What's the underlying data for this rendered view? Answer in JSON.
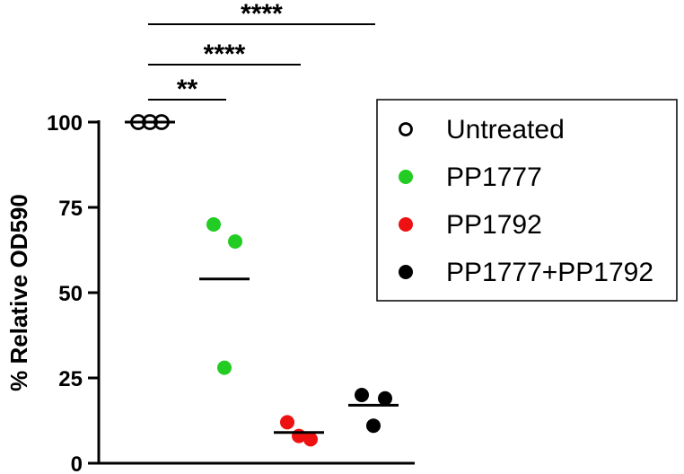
{
  "chart_data": {
    "type": "scatter",
    "xlabel": "",
    "ylabel": "% Relative OD590",
    "ylim": [
      0,
      100
    ],
    "yticks": [
      "0",
      "25",
      "50",
      "75",
      "100"
    ],
    "grid": false,
    "legend_position": "top-right",
    "series": [
      {
        "name": "Untreated",
        "color": "#000000",
        "marker": "open-circle",
        "values": [
          100,
          100,
          100
        ],
        "mean": 100
      },
      {
        "name": "PP1777",
        "color": "#22cc22",
        "marker": "filled-circle",
        "values": [
          70,
          65,
          28
        ],
        "mean": 54
      },
      {
        "name": "PP1792",
        "color": "#ee1111",
        "marker": "filled-circle",
        "values": [
          12,
          7,
          8
        ],
        "mean": 9
      },
      {
        "name": "PP1777+PP1792",
        "color": "#000000",
        "marker": "filled-circle",
        "values": [
          20,
          19,
          11
        ],
        "mean": 17
      }
    ],
    "significance": [
      {
        "from": "Untreated",
        "to": "PP1777",
        "label": "**"
      },
      {
        "from": "Untreated",
        "to": "PP1792",
        "label": "****"
      },
      {
        "from": "Untreated",
        "to": "PP1777+PP1792",
        "label": "****"
      }
    ]
  }
}
